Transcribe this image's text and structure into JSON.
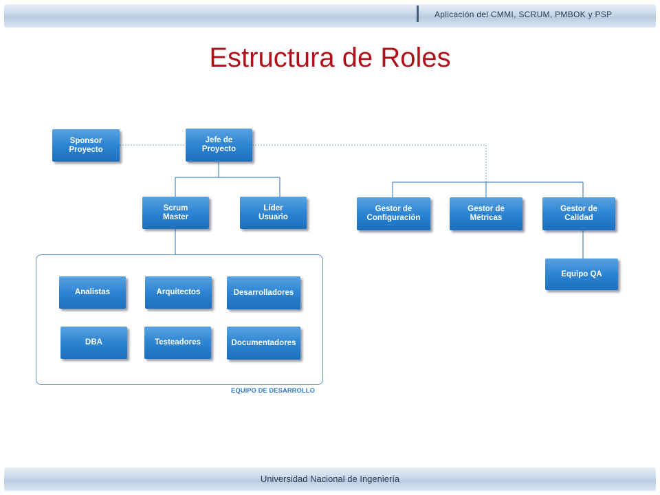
{
  "header": {
    "text": "Aplicación del CMMI, SCRUM, PMBOK y PSP"
  },
  "footer": {
    "text": "Universidad Nacional de Ingeniería"
  },
  "title": "Estructura de Roles",
  "colors": {
    "title": "#b0121b",
    "box": "#2c84d2",
    "connector": "#4a88c7",
    "dotted": "#7fa6cf"
  },
  "diagram": {
    "nodes": {
      "sponsor": "Sponsor\nProyecto",
      "jefe": "Jefe de\nProyecto",
      "scrum": "Scrum\nMaster",
      "lider": "Lider\nUsuario",
      "gestor_conf": "Gestor de\nConfiguración",
      "gestor_metricas": "Gestor de\nMétricas",
      "gestor_calidad": "Gestor de\nCalidad",
      "equipo_qa": "Equipo QA",
      "analistas": "Analistas",
      "arquitectos": "Arquitectos",
      "desarrolladores": "Desarrolladores",
      "dba": "DBA",
      "testeadores": "Testeadores",
      "documentadores": "Documentadores"
    },
    "group_label": "EQUIPO DE DESARROLLO"
  }
}
